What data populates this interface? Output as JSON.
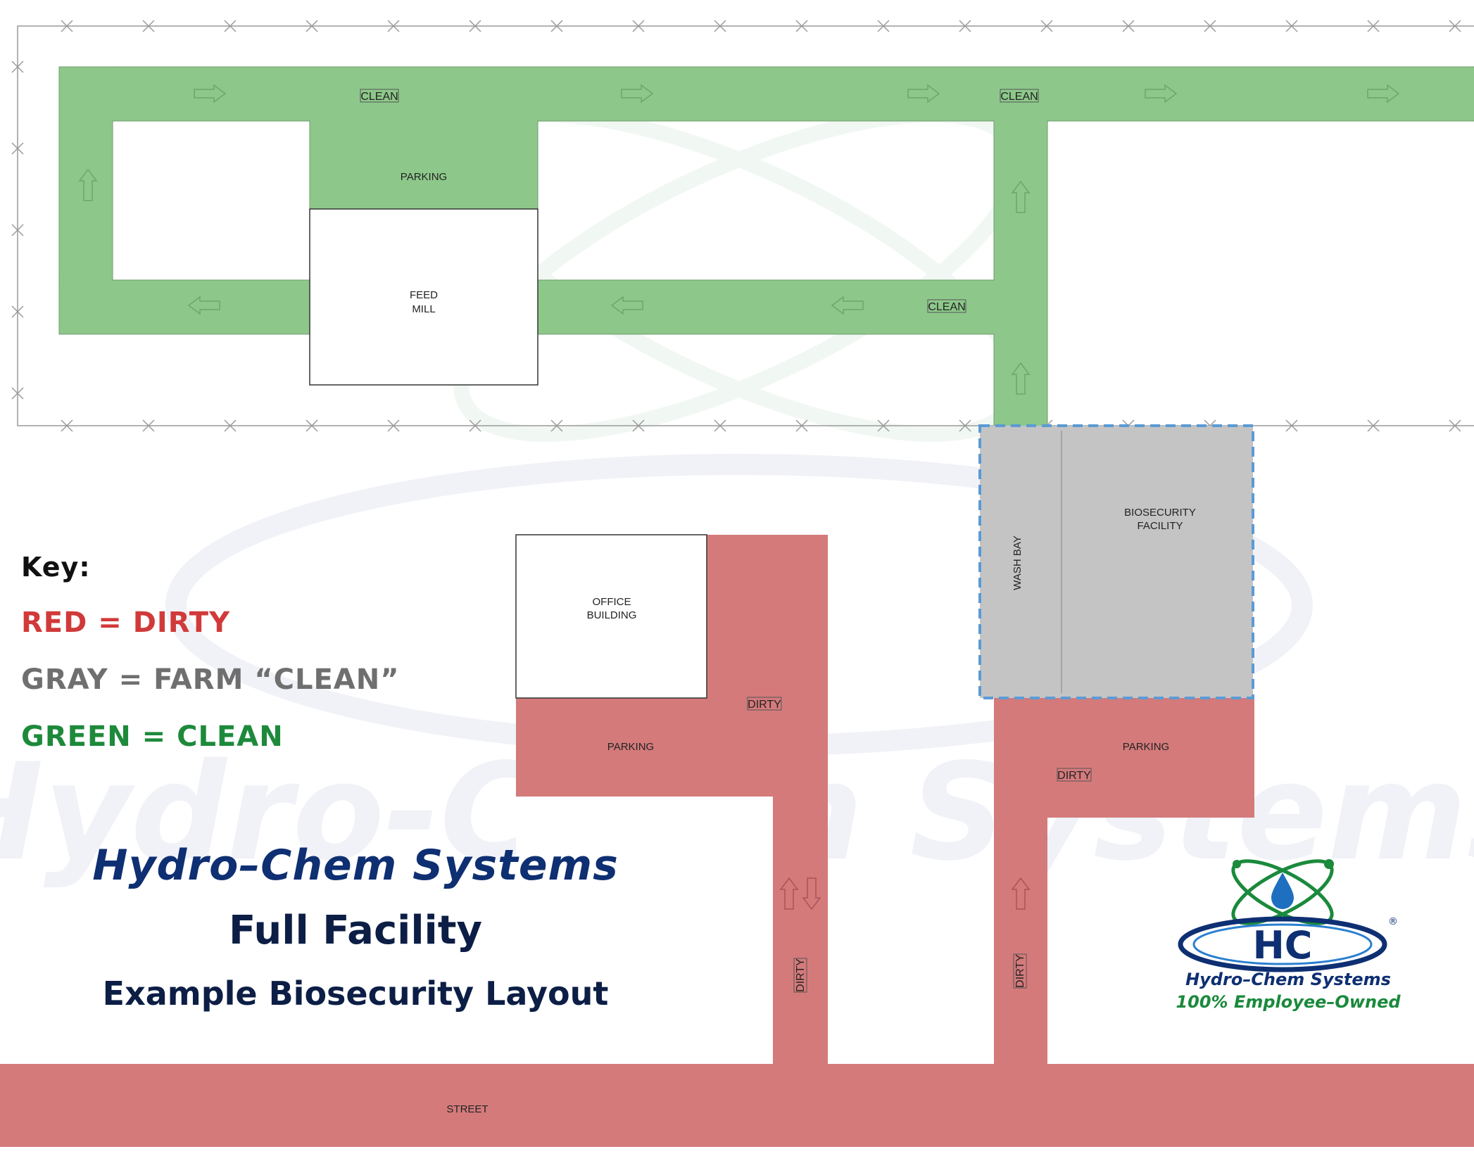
{
  "labels": {
    "clean_1": "CLEAN",
    "clean_2": "CLEAN",
    "clean_3": "CLEAN",
    "parking_top": "PARKING",
    "feed_mill_line1": "FEED",
    "feed_mill_line2": "MILL",
    "biosecurity_line1": "BIOSECURITY",
    "biosecurity_line2": "FACILITY",
    "wash_bay": "WASH BAY",
    "office_line1": "OFFICE",
    "office_line2": "BUILDING",
    "dirty_1": "DIRTY",
    "dirty_2": "DIRTY",
    "dirty_3": "DIRTY",
    "dirty_4": "DIRTY",
    "parking_left": "PARKING",
    "parking_right": "PARKING",
    "street": "STREET"
  },
  "key": {
    "title": "Key:",
    "red": "RED = DIRTY",
    "gray": "GRAY = FARM “CLEAN”",
    "green": "GREEN = CLEAN"
  },
  "title": {
    "brand": "Hydro–Chem Systems",
    "line1": "Full Facility",
    "line2": "Example Biosecurity Layout"
  },
  "logo": {
    "initials": "HC",
    "name": "Hydro–Chem Systems",
    "tagline": "100% Employee–Owned",
    "registered": "®"
  },
  "colors": {
    "clean_green": "#8dc88a",
    "dirty_red": "#d47a7b",
    "farm_gray": "#c4c4c4",
    "key_red": "#d13a3a",
    "key_gray": "#6f6f6f",
    "key_green": "#1d8a3b",
    "title_navy": "#0e2f72"
  }
}
